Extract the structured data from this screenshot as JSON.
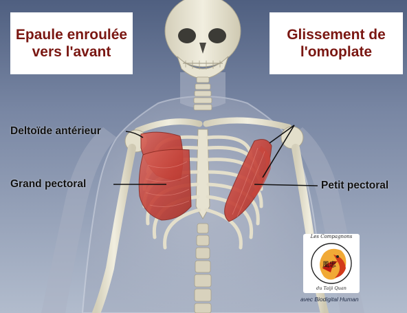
{
  "titles": {
    "left_line1": "Epaule enroulée",
    "left_line2": "vers l'avant",
    "right_line1": "Glissement de",
    "right_line2": "l'omoplate"
  },
  "labels": {
    "deltoid": "Deltoïde antérieur",
    "grand_pectoral": "Grand pectoral",
    "petit_pectoral": "Petit pectoral"
  },
  "logo": {
    "top_text": "Les Compagnons",
    "bottom_text": "du Taiji Quan",
    "glyphs": "風忠"
  },
  "credit": "avec Biodigital Human",
  "colors": {
    "title_text": "#7a1712",
    "muscle": "#c8463c",
    "bone": "#e6e2cf",
    "background_top": "#5a6a8a",
    "background_bottom": "#a8b4c8"
  }
}
